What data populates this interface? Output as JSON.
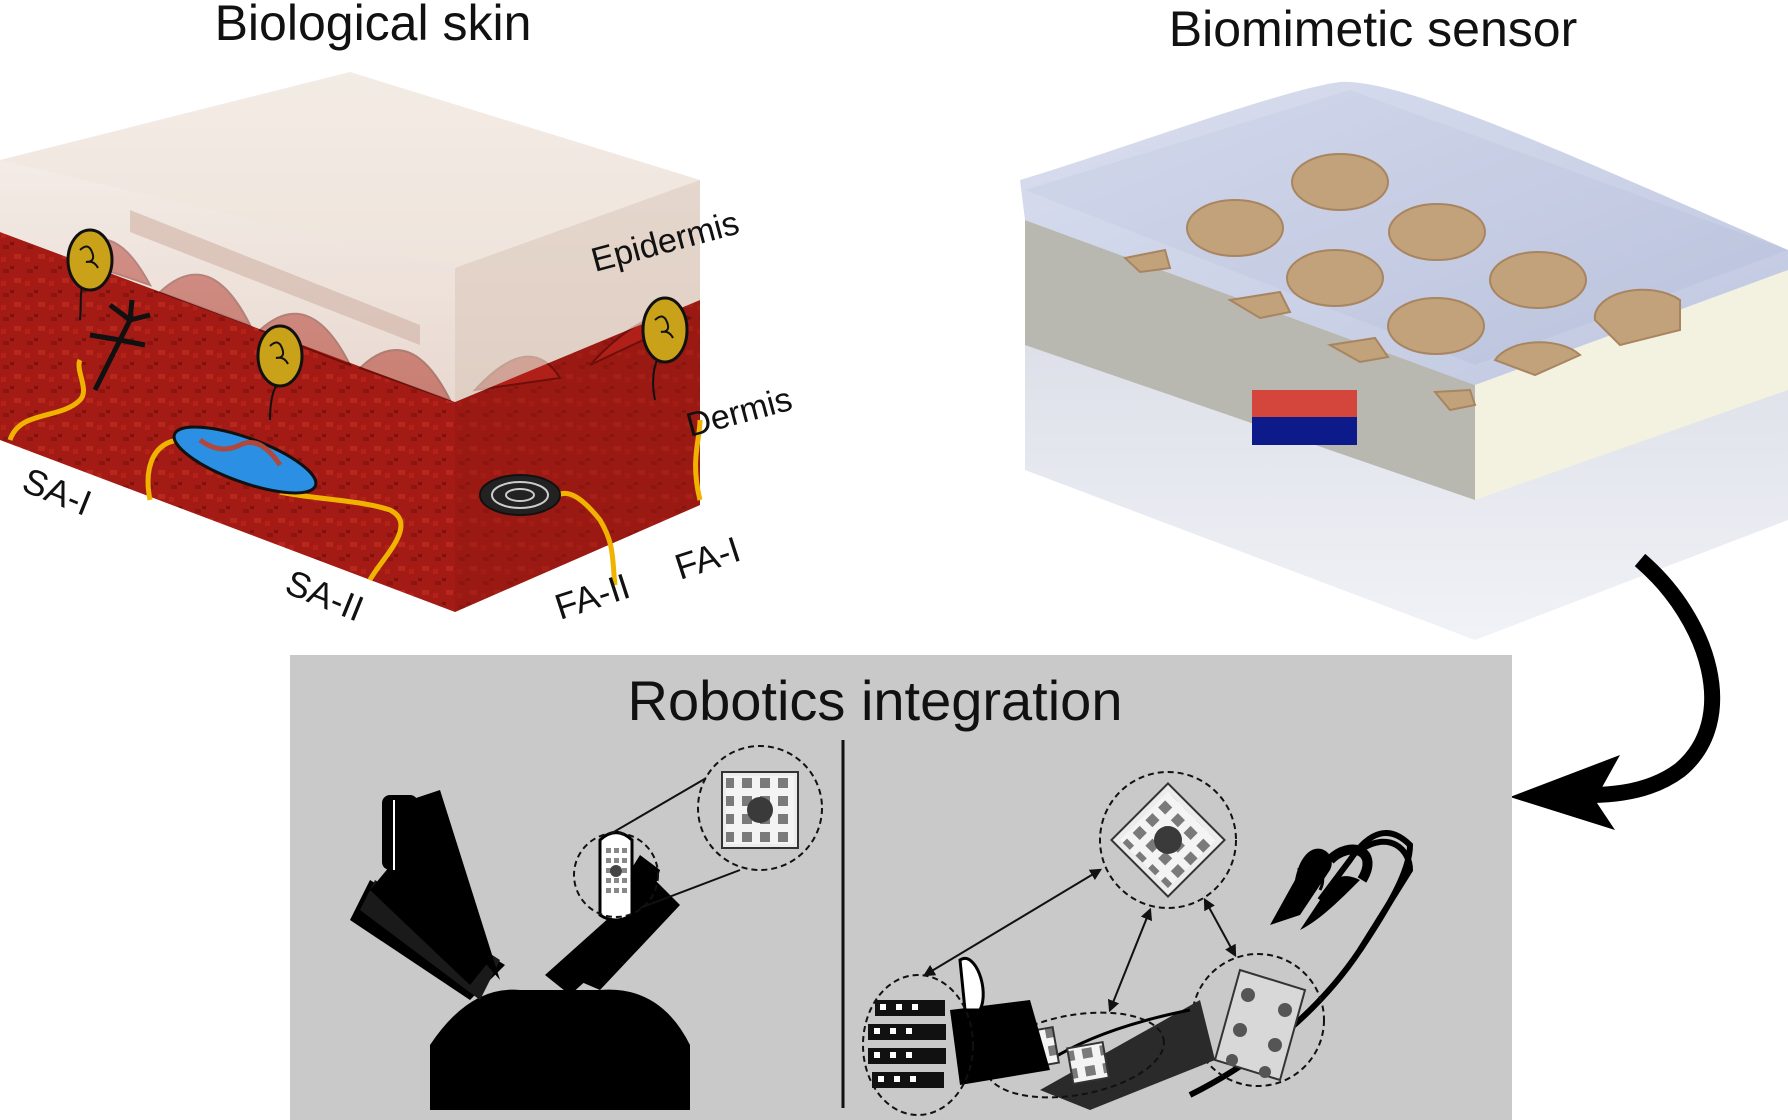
{
  "titles": {
    "biological": "Biological skin",
    "biomimetic": "Biomimetic sensor",
    "robotics": "Robotics integration"
  },
  "skin_labels": {
    "epidermis": "Epidermis",
    "dermis": "Dermis",
    "sa1": "SA-I",
    "sa2": "SA-II",
    "fa2": "FA-II",
    "fa1": "FA-I"
  },
  "colors": {
    "dermis": "#a31b14",
    "dermis_dark": "#7a1410",
    "epidermis": "#e7d6cc",
    "nerve": "#f0b400",
    "receptor": "#c9a21a",
    "ruffini": "#2b8fe3",
    "sensor_pad": "#c2a27b",
    "sensor_body": "#e9e9e2",
    "sensor_cover": "#b9c3dc",
    "red_block": "#d4453c",
    "blue_block": "#0c1a8a",
    "panel_bg": "#c9c9c9"
  }
}
